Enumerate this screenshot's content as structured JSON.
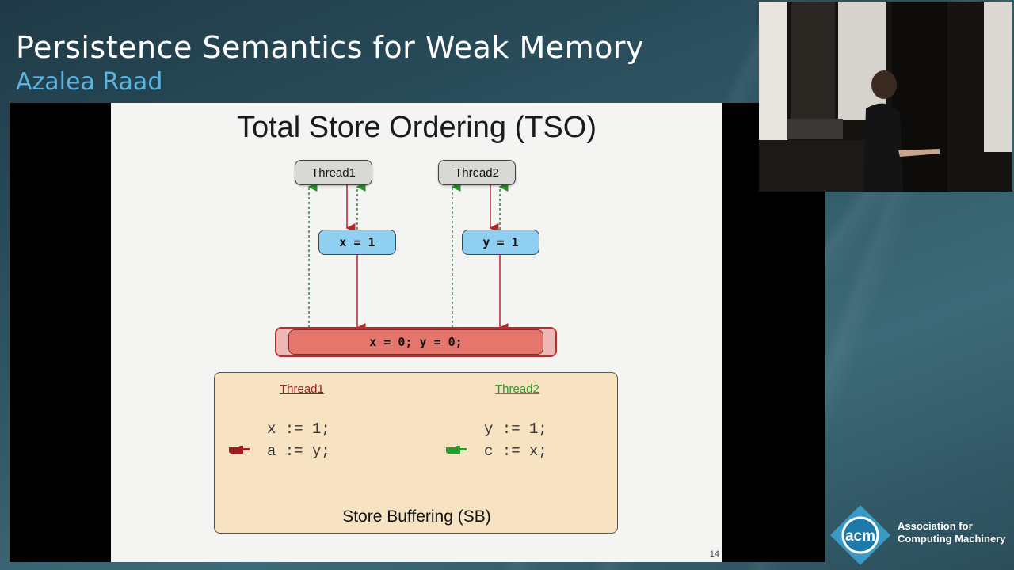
{
  "talk": {
    "title": "Persistence Semantics for Weak Memory",
    "speaker": "Azalea Raad"
  },
  "slide": {
    "title": "Total Store Ordering (TSO)",
    "page_number": "14",
    "diagram": {
      "thread1_label": "Thread1",
      "thread2_label": "Thread2",
      "buffer1_label": "x = 1",
      "buffer2_label": "y = 1",
      "memory_label": "x = 0; y = 0;",
      "write_arrow_color": "#b3262e",
      "read_arrow_color": "#2a8a2a"
    },
    "program": {
      "thread1_header": "Thread1",
      "thread2_header": "Thread2",
      "thread1_color": "#a01c24",
      "thread2_color": "#2a9a2a",
      "thread1_lines": [
        "x := 1;",
        "a := y;"
      ],
      "thread2_lines": [
        "y := 1;",
        "c := x;"
      ],
      "caption": "Store Buffering (SB)"
    }
  },
  "branding": {
    "logo_text": "acm",
    "org_line1": "Association for",
    "org_line2": "Computing Machinery"
  },
  "icons": [
    "hand-pointer-icon",
    "acm-logo-icon"
  ]
}
